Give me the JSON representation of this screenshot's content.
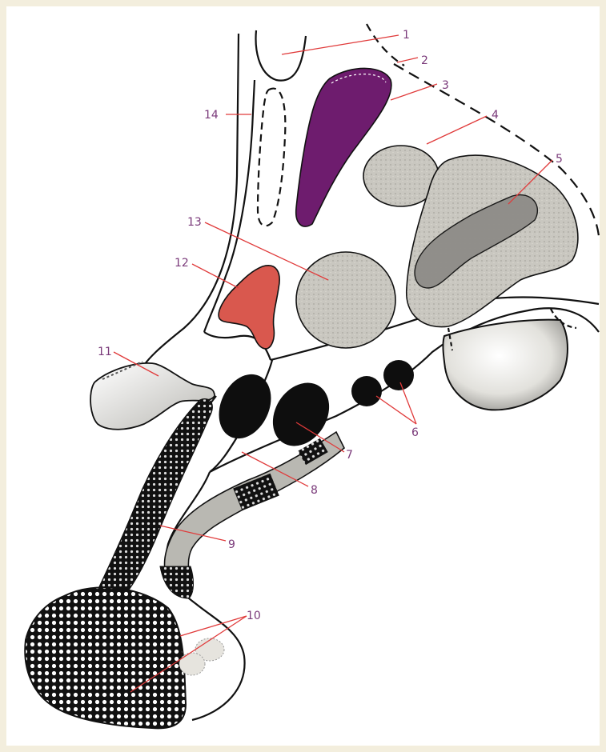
{
  "labels": [
    "1",
    "2",
    "3",
    "4",
    "5",
    "6",
    "7",
    "8",
    "9",
    "10",
    "11",
    "12",
    "13",
    "14"
  ],
  "colors": {
    "background": "#f3eedd",
    "purple_structure": "#6e1c6e",
    "red_structure": "#d9584e",
    "gray_structure": "#c8c6bf",
    "dark_gray_structure": "#8e8c88",
    "label_text": "#7a3a7a",
    "leader_line": "#e03a3a"
  }
}
